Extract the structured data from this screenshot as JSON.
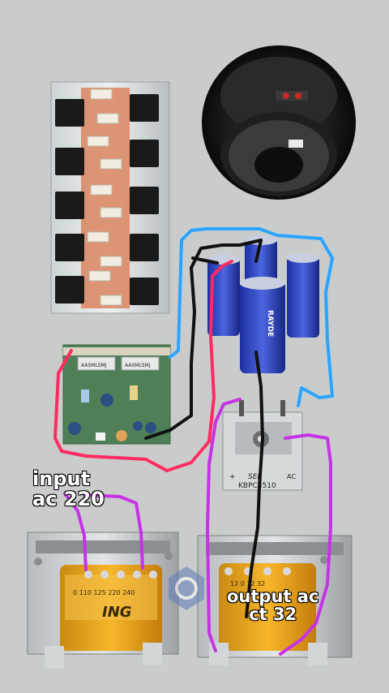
{
  "labels": {
    "input_line1": "input",
    "input_line2": "ac 220",
    "output_line1": "output ac",
    "output_line2": "ct 32"
  },
  "parts": {
    "rectifier_brand": "SEP",
    "rectifier_model": "KBPC3510",
    "rectifier_ac": "AC",
    "rectifier_plus": "+",
    "capacitor_brand": "RAYDE",
    "board_chip_1": "AASMLSMJ",
    "board_chip_2": "AASMLSMJ",
    "transformer_left_brand": "ING",
    "transformer_left_taps": "0 110 125 220 240",
    "transformer_right_taps": "12 0 12 32"
  },
  "colors": {
    "background": "#c9ccca",
    "wire_red": "#ff2b63",
    "wire_blue": "#2aa4ff",
    "wire_black": "#111111",
    "wire_purple": "#c632e6"
  }
}
